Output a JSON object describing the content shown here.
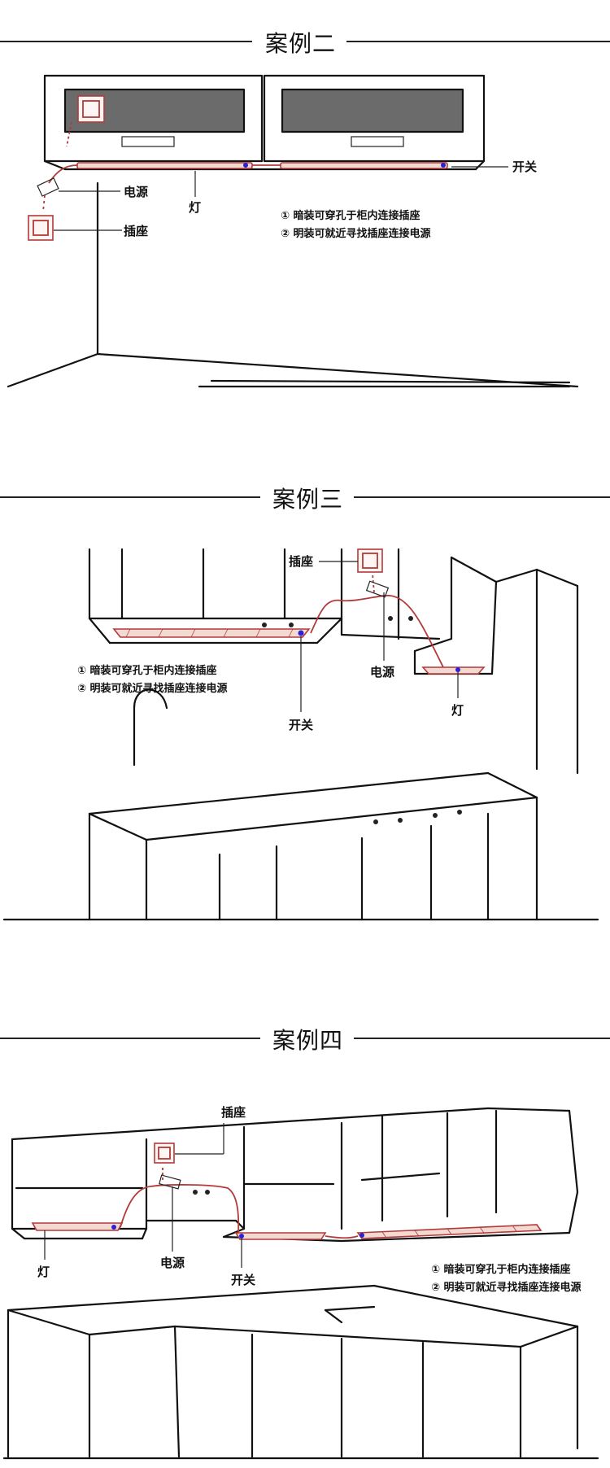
{
  "cases": [
    {
      "title": "案例二",
      "labels": {
        "switch": "开关",
        "power": "电源",
        "light": "灯",
        "socket": "插座"
      },
      "notes": [
        "① 暗装可穿孔于柜内连接插座",
        "② 明装可就近寻找插座连接电源"
      ]
    },
    {
      "title": "案例三",
      "labels": {
        "socket": "插座",
        "power": "电源",
        "switch": "开关",
        "light": "灯"
      },
      "notes": [
        "① 暗装可穿孔于柜内连接插座",
        "② 明装可就近寻找插座连接电源"
      ]
    },
    {
      "title": "案例四",
      "labels": {
        "socket": "插座",
        "power": "电源",
        "light": "灯",
        "switch": "开关"
      },
      "notes": [
        "① 暗装可穿孔于柜内连接插座",
        "② 明装可就近寻找插座连接电源"
      ]
    }
  ],
  "colors": {
    "strip": "#b23a3a",
    "switch_dot": "#2a22d6",
    "line": "#111111"
  }
}
